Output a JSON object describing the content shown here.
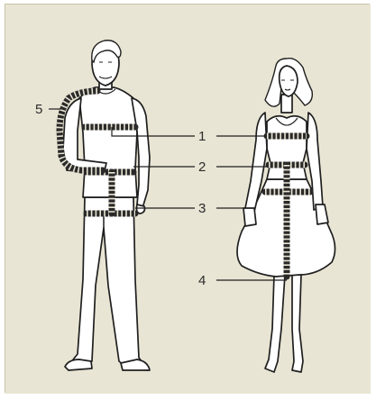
{
  "background_color": "#e9e5d4",
  "outline_color": "#1f1f1f",
  "figures": [
    "man-figure",
    "woman-figure"
  ],
  "callouts": [
    {
      "number": "1",
      "measurement": "chest-bust"
    },
    {
      "number": "2",
      "measurement": "waist"
    },
    {
      "number": "3",
      "measurement": "hips"
    },
    {
      "number": "4",
      "measurement": "length"
    },
    {
      "number": "5",
      "measurement": "sleeve"
    }
  ]
}
